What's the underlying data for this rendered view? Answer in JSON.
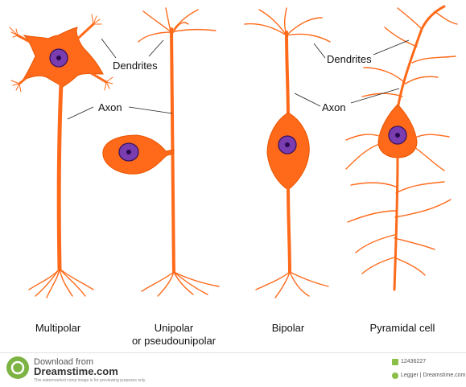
{
  "labels": {
    "dendrites_left": "Dendrites",
    "axon_left": "Axon",
    "dendrites_right": "Dendrites",
    "axon_right": "Axon"
  },
  "captions": {
    "multipolar": "Multipolar",
    "unipolar_line1": "Unipolar",
    "unipolar_line2": "or pseudounipolar",
    "bipolar": "Bipolar",
    "pyramidal": "Pyramidal cell"
  },
  "footer": {
    "download_from": "Download from",
    "site": "Dreamstime.com",
    "notice": "This watermarked comp image is for previewing purposes only.",
    "image_id": "12436227",
    "credit": "Legger | Dreamstime.com"
  },
  "colors": {
    "neuron": "#ff6a1a",
    "nucleus": "#7a3db0",
    "brand": "#7cb342"
  },
  "icons": [
    "dreamstime-logo-icon",
    "id-icon",
    "author-icon"
  ]
}
